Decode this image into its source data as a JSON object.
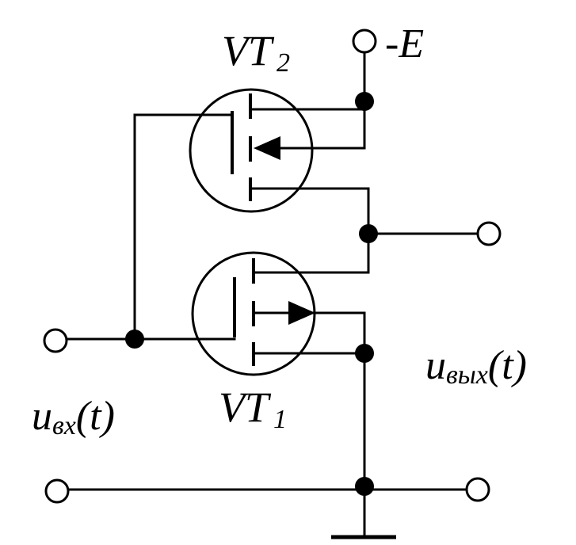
{
  "diagram": {
    "supply_label": "-E",
    "transistors": [
      {
        "name": "VT",
        "subscript": "2"
      },
      {
        "name": "VT",
        "subscript": "1"
      }
    ],
    "input_label": {
      "base": "u",
      "subscript": "вх",
      "suffix": "(t)"
    },
    "output_label": {
      "base": "u",
      "subscript": "вых",
      "suffix": "(t)"
    }
  },
  "colors": {
    "line": "#000000",
    "background": "#ffffff"
  }
}
